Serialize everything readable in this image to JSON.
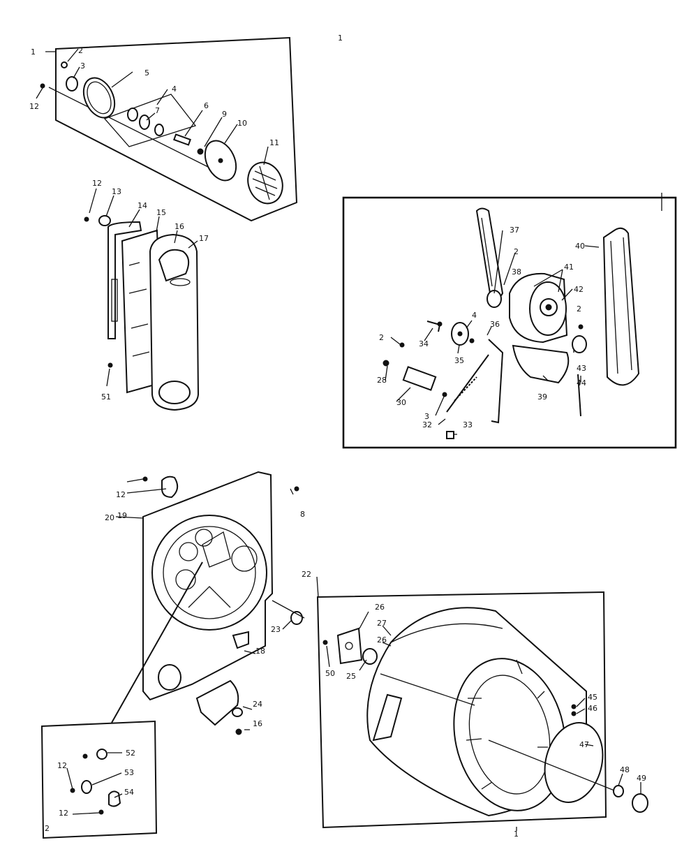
{
  "callouts": {
    "c1": "1",
    "c2": "2",
    "c3": "3",
    "c5": "5",
    "c4": "4",
    "c7": "7",
    "c6": "6",
    "c9": "9",
    "c10": "10",
    "c11": "11",
    "c12": "12",
    "c12b": "12",
    "c13": "13",
    "c14": "14",
    "c15": "15",
    "c16": "16",
    "c17": "17",
    "c51": "51",
    "c37": "37",
    "c2b": "2",
    "c38": "38",
    "c41": "41",
    "c42": "42",
    "c40": "40",
    "c34": "34",
    "c4b": "4",
    "c36": "36",
    "c2c": "2",
    "c35": "35",
    "c2d": "2",
    "c28": "28",
    "c30": "30",
    "c3b": "3",
    "c43": "43",
    "c44": "44",
    "c39": "39",
    "c32": "32",
    "c33": "33",
    "c1b": "1",
    "c12c": "12",
    "c19": "19",
    "c8": "8",
    "c20": "20",
    "c22": "22",
    "c26": "26",
    "c27": "27",
    "c26b": "26",
    "c23": "23",
    "c18": "18",
    "c50": "50",
    "c25": "25",
    "c24": "24",
    "c16b": "16",
    "c45": "45",
    "c46": "46",
    "c47": "47",
    "c48": "48",
    "c49": "49",
    "c1c": "1",
    "c52": "52",
    "c12d": "12",
    "c53": "53",
    "c12e": "12",
    "c54": "54",
    "c2e": "2"
  }
}
